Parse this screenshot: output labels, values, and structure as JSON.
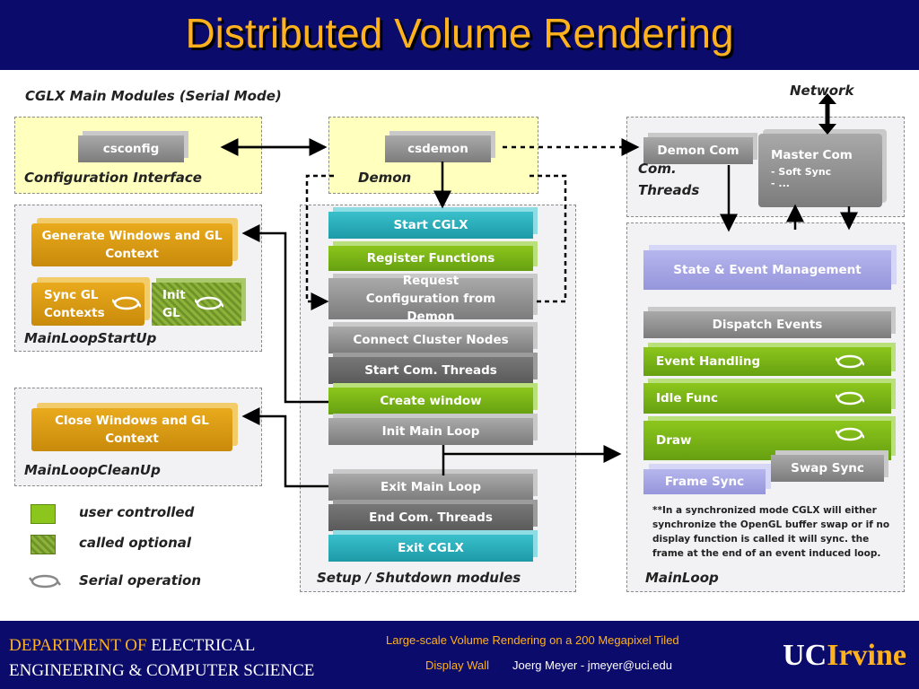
{
  "title": "Distributed Volume Rendering",
  "diagram": {
    "heading": "CGLX Main Modules (Serial Mode)",
    "network": "Network",
    "config_panel": {
      "label": "Configuration Interface",
      "box": "csconfig"
    },
    "demon_panel": {
      "label": "Demon",
      "box": "csdemon"
    },
    "threads_panel": {
      "label_1": "Com.",
      "label_2": "Threads",
      "demon_com": "Demon Com",
      "master_com": "Master Com",
      "soft_sync": "Soft Sync",
      "dots": "..."
    },
    "startup_panel": {
      "label": "MainLoopStartUp",
      "generate": "Generate Windows and GL Context",
      "sync_gl": "Sync GL Contexts",
      "init_gl": "Init GL"
    },
    "cleanup_panel": {
      "label": "MainLoopCleanUp",
      "close": "Close Windows and GL Context"
    },
    "setup_panel": {
      "label": "Setup / Shutdown modules",
      "steps": [
        "Start CGLX",
        "Register Functions",
        "Request Configuration from Demon",
        "Connect Cluster Nodes",
        "Start Com. Threads",
        "Create window",
        "Init Main Loop",
        "Exit Main Loop",
        "End Com. Threads",
        "Exit CGLX"
      ]
    },
    "mainloop_panel": {
      "label": "MainLoop",
      "state_event": "State & Event Management",
      "dispatch": "Dispatch Events",
      "event_handling": "Event  Handling",
      "idle_func": "Idle Func",
      "draw": "Draw",
      "swap_sync": "Swap Sync",
      "frame_sync": "Frame Sync",
      "note": "**In a synchronized mode CGLX will either synchronize the OpenGL buffer swap or if no display function is called it will sync. the frame at the end of an event induced loop."
    },
    "legend": [
      {
        "label": "user controlled",
        "color": "#8cc61c"
      },
      {
        "label": "called optional",
        "color": "#8db23a"
      },
      {
        "label": "Serial operation",
        "icon": "cycle-icon"
      }
    ]
  },
  "footer": {
    "dept_1": "DEPARTMENT OF",
    "dept_2": "ELECTRICAL",
    "dept_3": "ENGINEERING & COMPUTER SCIENCE",
    "talk_1": "Large-scale Volume Rendering on a 200 Megapixel Tiled",
    "talk_2": "Display Wall",
    "author": "Joerg Meyer - jmeyer@uci.edu",
    "uci_1": "UC",
    "uci_2": "Irvine"
  },
  "colors": {
    "title": "#ffb21e",
    "background": "#0b0b6b",
    "green": "#8cc61c",
    "teal": "#1d9aa6",
    "gold": "#e9aa1d"
  }
}
